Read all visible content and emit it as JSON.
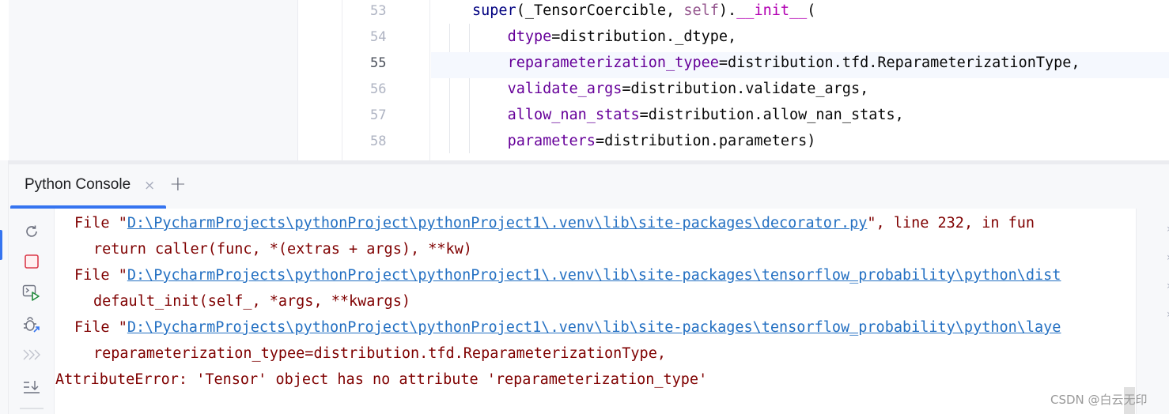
{
  "editor": {
    "line_numbers": [
      "53",
      "54",
      "55",
      "56",
      "57",
      "58"
    ],
    "current_line": "55",
    "lines": [
      {
        "parts": [
          {
            "t": "super",
            "c": "kw"
          },
          {
            "t": "(_TensorCoercible, ",
            "c": ""
          },
          {
            "t": "self",
            "c": "self"
          },
          {
            "t": ").",
            "c": ""
          },
          {
            "t": "__init__",
            "c": "dunder"
          },
          {
            "t": "(",
            "c": ""
          }
        ]
      },
      {
        "parts": [
          {
            "t": "    ",
            "c": ""
          },
          {
            "t": "dtype",
            "c": "param"
          },
          {
            "t": "=distribution._dtype,",
            "c": ""
          }
        ]
      },
      {
        "parts": [
          {
            "t": "    ",
            "c": ""
          },
          {
            "t": "reparameterization_typee",
            "c": "param"
          },
          {
            "t": "=distribution.tfd.ReparameterizationType,",
            "c": ""
          }
        ]
      },
      {
        "parts": [
          {
            "t": "    ",
            "c": ""
          },
          {
            "t": "validate_args",
            "c": "param"
          },
          {
            "t": "=distribution.validate_args,",
            "c": ""
          }
        ]
      },
      {
        "parts": [
          {
            "t": "    ",
            "c": ""
          },
          {
            "t": "allow_nan_stats",
            "c": "param"
          },
          {
            "t": "=distribution.allow_nan_stats,",
            "c": ""
          }
        ]
      },
      {
        "parts": [
          {
            "t": "    ",
            "c": ""
          },
          {
            "t": "parameters",
            "c": "param"
          },
          {
            "t": "=distribution.parameters)",
            "c": ""
          }
        ]
      }
    ]
  },
  "console_tab": {
    "label": "Python Console",
    "close_glyph": "×",
    "add_glyph": "+"
  },
  "toolbar": {
    "rerun": "rerun-icon",
    "stop": "stop-icon",
    "execute": "execute-icon",
    "debug": "debug-icon",
    "more": "more-icon",
    "scroll_to_end": "scroll-to-end-icon"
  },
  "console": {
    "lines": [
      {
        "indent": "l1",
        "prefix": "File \"",
        "link": "D:\\PycharmProjects\\pythonProject\\pythonProject1\\.venv\\lib\\site-packages\\decorator.py",
        "suffix": "\", line 232, in fun"
      },
      {
        "indent": "l2",
        "text": "return caller(func, *(extras + args), **kw)"
      },
      {
        "indent": "l1",
        "prefix": "File \"",
        "link": "D:\\PycharmProjects\\pythonProject\\pythonProject1\\.venv\\lib\\site-packages\\tensorflow_probability\\python\\dist",
        "suffix": ""
      },
      {
        "indent": "l2",
        "text": "default_init(self_, *args, **kwargs)"
      },
      {
        "indent": "l1",
        "prefix": "File \"",
        "link": "D:\\PycharmProjects\\pythonProject\\pythonProject1\\.venv\\lib\\site-packages\\tensorflow_probability\\python\\laye",
        "suffix": ""
      },
      {
        "indent": "l2",
        "text": "reparameterization_typee=distribution.tfd.ReparameterizationType,"
      },
      {
        "indent": "l0",
        "text": "AttributeError: 'Tensor' object has no attribute 'reparameterization_type'"
      }
    ]
  },
  "right_strip": {
    "fold_glyph": "›"
  },
  "watermark": "CSDN @白云无印",
  "colors": {
    "accent": "#3574f0",
    "error_text": "#7f0000",
    "link": "#2470c2",
    "param": "#660099",
    "keyword": "#000080"
  }
}
